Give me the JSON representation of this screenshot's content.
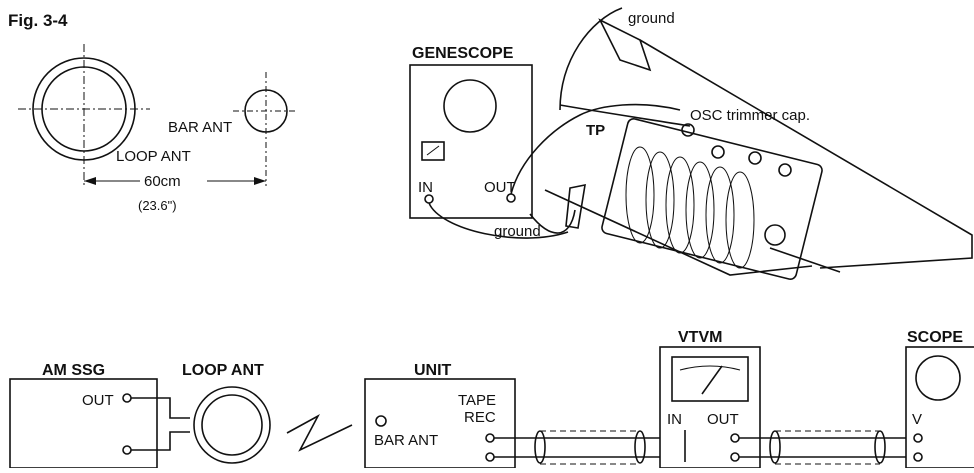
{
  "figure": {
    "caption": "Fig. 3-4"
  },
  "antenna_layout": {
    "bar_ant": "BAR ANT",
    "loop_ant": "LOOP ANT",
    "distance": "60cm",
    "distance_inch": "(23.6\")"
  },
  "genescope_setup": {
    "genescope_label": "GENESCOPE",
    "in_label": "IN",
    "out_label": "OUT",
    "ground_top": "ground",
    "ground_bottom": "ground",
    "osc_trimmer": "OSC trimmer cap.",
    "tp": "TP"
  },
  "block_diagram": {
    "am_ssg": "AM SSG",
    "am_ssg_out": "OUT",
    "loop_ant": "LOOP ANT",
    "unit": "UNIT",
    "bar_ant": "BAR ANT",
    "tape_rec_1": "TAPE",
    "tape_rec_2": "REC",
    "vtvm": "VTVM",
    "vtvm_in": "IN",
    "vtvm_out": "OUT",
    "scope": "SCOPE",
    "scope_v": "V"
  }
}
